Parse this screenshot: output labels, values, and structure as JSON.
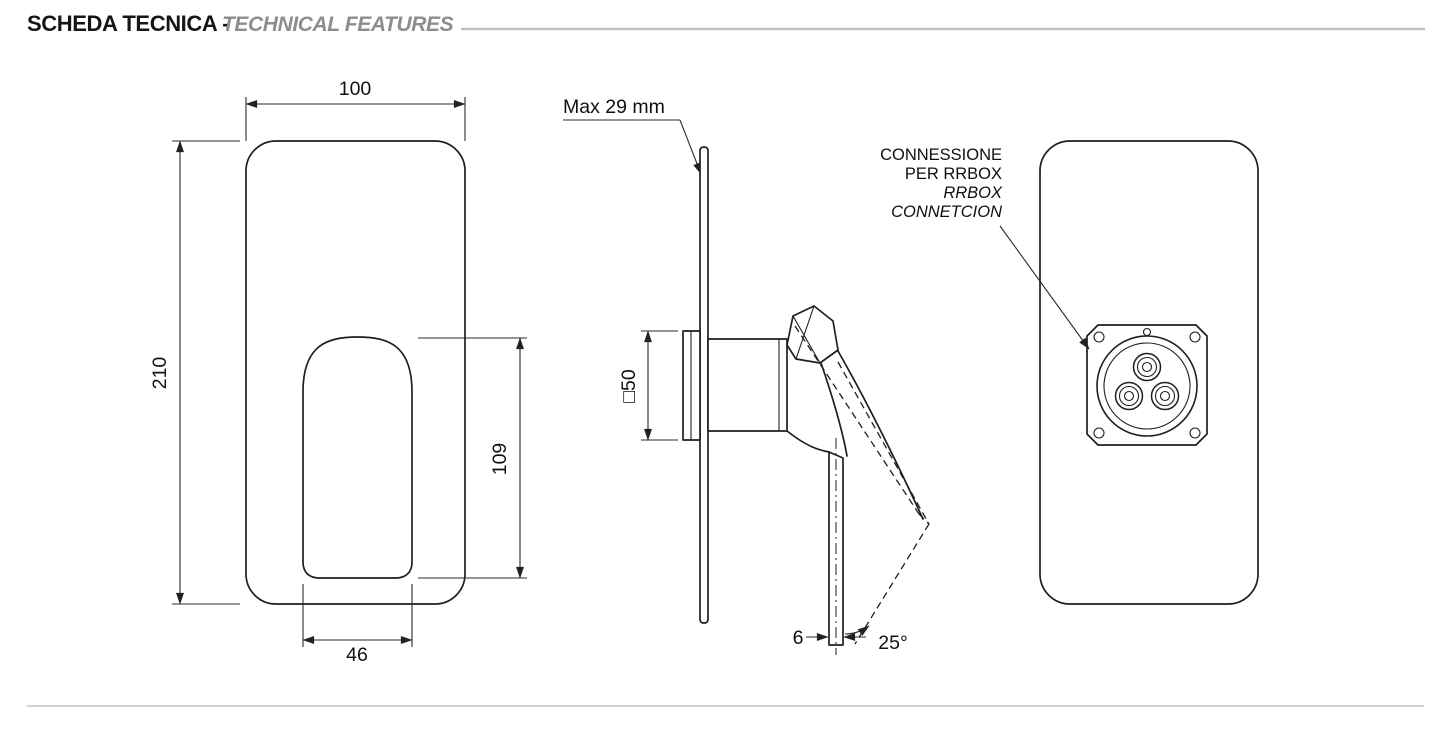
{
  "header": {
    "title_primary": "SCHEDA TECNICA -",
    "title_secondary": "TECHNICAL FEATURES"
  },
  "colors": {
    "line": "#1f1f1f",
    "divider": "#bfbfbf",
    "title_secondary": "#8d8d8d"
  },
  "front_view": {
    "dim_width": "100",
    "dim_height": "210",
    "dim_handle_height": "109",
    "dim_handle_width": "46"
  },
  "side_view": {
    "dim_max_depth": "Max 29 mm",
    "dim_square": "□50",
    "dim_lever_thickness": "6",
    "dim_angle": "25°"
  },
  "back_view": {
    "annotation": [
      "CONNESSIONE",
      "PER RRBOX",
      "RRBOX",
      "CONNETCION"
    ]
  }
}
